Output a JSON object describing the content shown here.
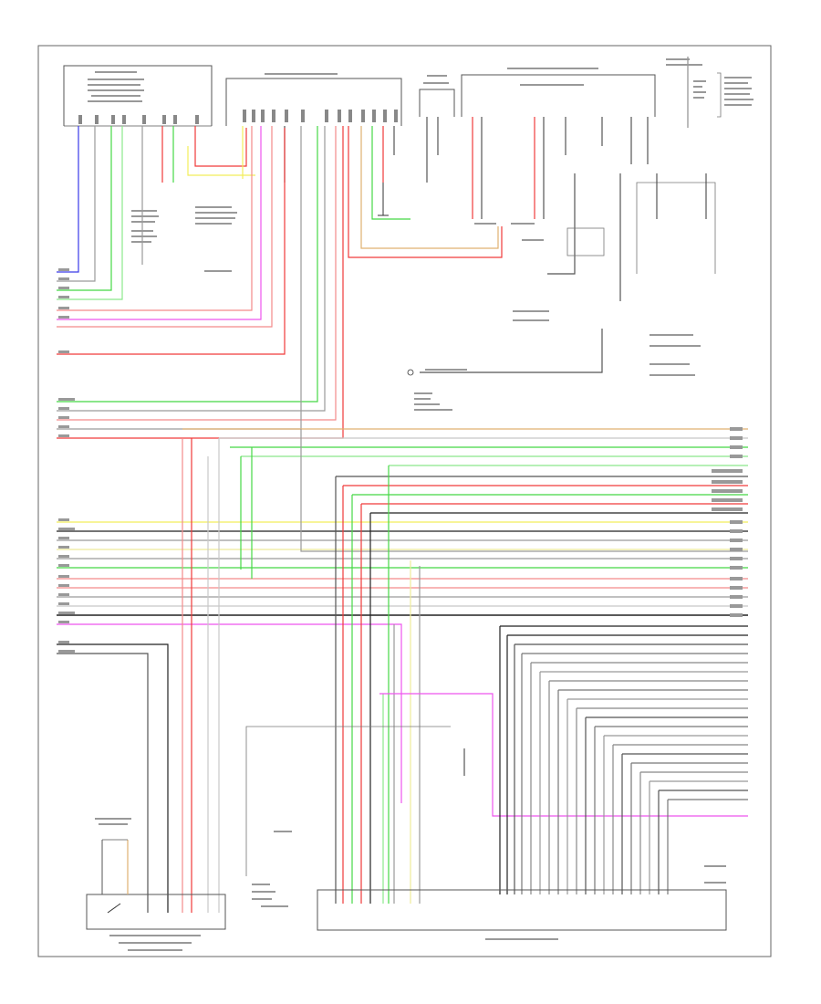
{
  "diagram": {
    "footer_code": "",
    "colors": {
      "red": "#f03a3a",
      "pink_red": "#f38a8a",
      "green": "#45d845",
      "light_green": "#8be88b",
      "yellow": "#f2ee5a",
      "pale_yellow": "#eeeb9a",
      "magenta": "#ee55ee",
      "blue": "#3a3ae8",
      "tan": "#e0b070",
      "black": "#222222",
      "gray": "#9a9a9a",
      "light_gray": "#c8c8c8"
    },
    "components": [
      {
        "id": "top-left-module"
      },
      {
        "id": "center-connector-module"
      },
      {
        "id": "small-relay-module"
      },
      {
        "id": "right-control-module"
      },
      {
        "id": "battery-block"
      },
      {
        "id": "bottom-left-switch"
      },
      {
        "id": "bottom-center-module"
      }
    ]
  }
}
